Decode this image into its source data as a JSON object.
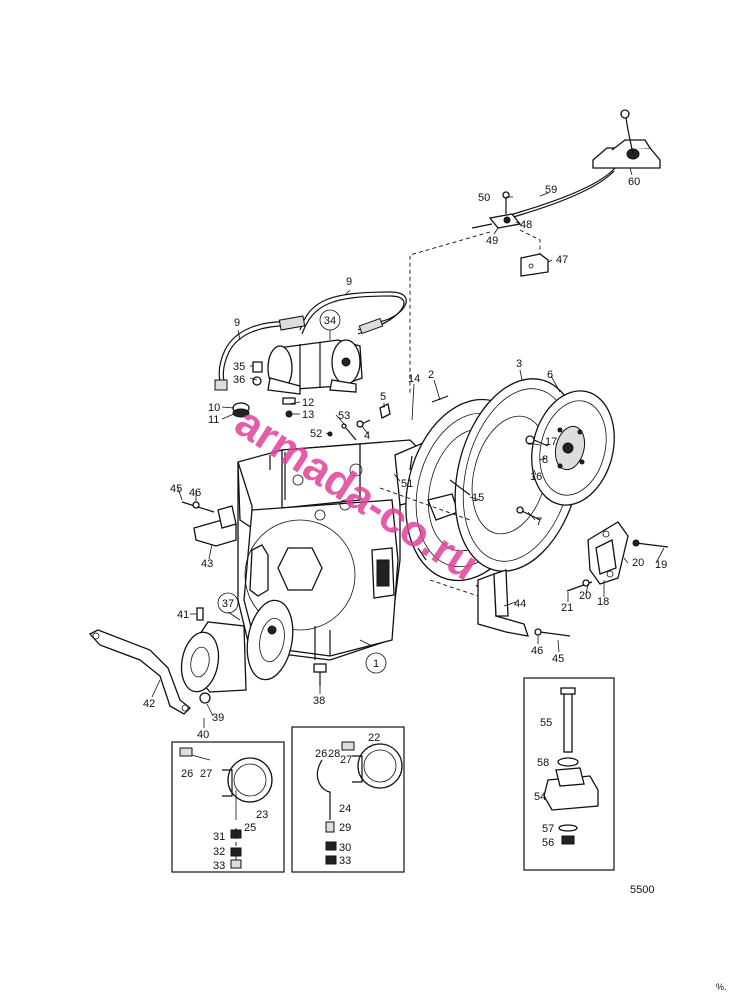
{
  "drawing_number": "5500",
  "corner_mark": "%.",
  "watermark": "armada-co.ru",
  "callouts": {
    "c1": "1",
    "c2": "2",
    "c3": "3",
    "c4": "4",
    "c5": "5",
    "c6": "6",
    "c7": "7",
    "c8": "8",
    "c9a": "9",
    "c9b": "9",
    "c10": "10",
    "c11": "11",
    "c12": "12",
    "c13": "13",
    "c14": "14",
    "c15": "15",
    "c16": "16",
    "c17": "17",
    "c18": "18",
    "c19": "19",
    "c20a": "20",
    "c20b": "20",
    "c21": "21",
    "c22": "22",
    "c23": "23",
    "c24": "24",
    "c25": "25",
    "c26a": "26",
    "c26b": "26",
    "c27a": "27",
    "c27b": "27",
    "c28": "28",
    "c29": "29",
    "c30": "30",
    "c31": "31",
    "c32": "32",
    "c33a": "33",
    "c33b": "33",
    "c34": "34",
    "c35": "35",
    "c36": "36",
    "c37": "37",
    "c38": "38",
    "c39": "39",
    "c40": "40",
    "c41": "41",
    "c42": "42",
    "c43": "43",
    "c44": "44",
    "c45a": "45",
    "c45b": "45",
    "c46a": "46",
    "c46b": "46",
    "c47": "47",
    "c48": "48",
    "c49": "49",
    "c50": "50",
    "c51": "51",
    "c52": "52",
    "c53": "53",
    "c54": "54",
    "c55": "55",
    "c56": "56",
    "c57": "57",
    "c58": "58",
    "c59": "59",
    "c60": "60"
  }
}
